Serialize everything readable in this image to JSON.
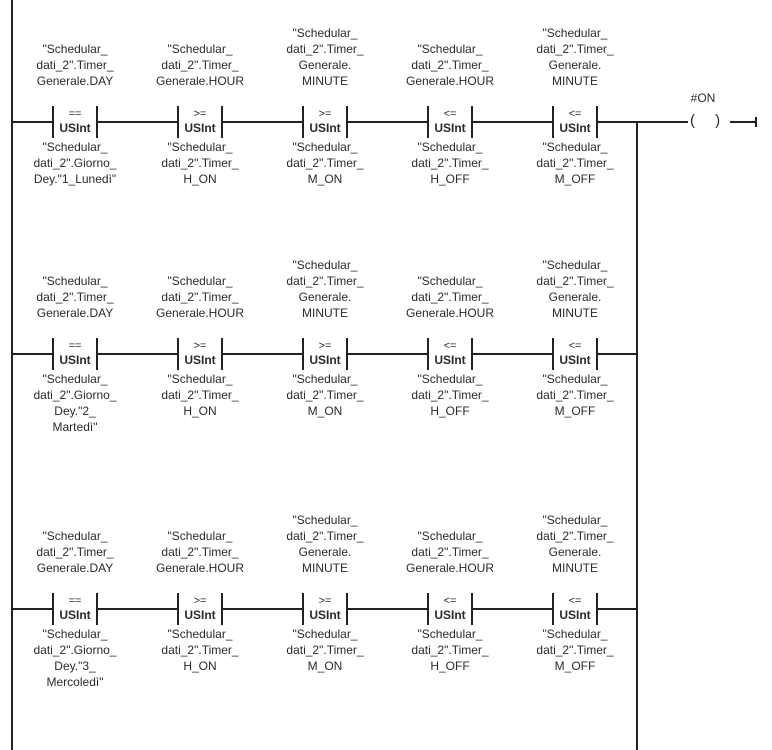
{
  "coil": {
    "name": "#ON",
    "symbol": "( )"
  },
  "rungs": [
    {
      "contacts": [
        {
          "top": [
            "\"Schedular_",
            "dati_2\".Timer_",
            "Generale.DAY"
          ],
          "op": "==",
          "type": "USInt",
          "bottom": [
            "\"Schedular_",
            "dati_2\".Giorno_",
            "Dey.\"1_Lunedì\""
          ]
        },
        {
          "top": [
            "\"Schedular_",
            "dati_2\".Timer_",
            "Generale.HOUR"
          ],
          "op": ">=",
          "type": "USInt",
          "bottom": [
            "\"Schedular_",
            "dati_2\".Timer_",
            "H_ON"
          ]
        },
        {
          "top": [
            "\"Schedular_",
            "dati_2\".Timer_",
            "Generale.",
            "MINUTE"
          ],
          "op": ">=",
          "type": "USInt",
          "bottom": [
            "\"Schedular_",
            "dati_2\".Timer_",
            "M_ON"
          ]
        },
        {
          "top": [
            "\"Schedular_",
            "dati_2\".Timer_",
            "Generale.HOUR"
          ],
          "op": "<=",
          "type": "USInt",
          "bottom": [
            "\"Schedular_",
            "dati_2\".Timer_",
            "H_OFF"
          ]
        },
        {
          "top": [
            "\"Schedular_",
            "dati_2\".Timer_",
            "Generale.",
            "MINUTE"
          ],
          "op": "<=",
          "type": "USInt",
          "bottom": [
            "\"Schedular_",
            "dati_2\".Timer_",
            "M_OFF"
          ]
        }
      ]
    },
    {
      "contacts": [
        {
          "top": [
            "\"Schedular_",
            "dati_2\".Timer_",
            "Generale.DAY"
          ],
          "op": "==",
          "type": "USInt",
          "bottom": [
            "\"Schedular_",
            "dati_2\".Giorno_",
            "Dey.\"2_",
            "Martedì\""
          ]
        },
        {
          "top": [
            "\"Schedular_",
            "dati_2\".Timer_",
            "Generale.HOUR"
          ],
          "op": ">=",
          "type": "USInt",
          "bottom": [
            "\"Schedular_",
            "dati_2\".Timer_",
            "H_ON"
          ]
        },
        {
          "top": [
            "\"Schedular_",
            "dati_2\".Timer_",
            "Generale.",
            "MINUTE"
          ],
          "op": ">=",
          "type": "USInt",
          "bottom": [
            "\"Schedular_",
            "dati_2\".Timer_",
            "M_ON"
          ]
        },
        {
          "top": [
            "\"Schedular_",
            "dati_2\".Timer_",
            "Generale.HOUR"
          ],
          "op": "<=",
          "type": "USInt",
          "bottom": [
            "\"Schedular_",
            "dati_2\".Timer_",
            "H_OFF"
          ]
        },
        {
          "top": [
            "\"Schedular_",
            "dati_2\".Timer_",
            "Generale.",
            "MINUTE"
          ],
          "op": "<=",
          "type": "USInt",
          "bottom": [
            "\"Schedular_",
            "dati_2\".Timer_",
            "M_OFF"
          ]
        }
      ]
    },
    {
      "contacts": [
        {
          "top": [
            "\"Schedular_",
            "dati_2\".Timer_",
            "Generale.DAY"
          ],
          "op": "==",
          "type": "USInt",
          "bottom": [
            "\"Schedular_",
            "dati_2\".Giorno_",
            "Dey.\"3_",
            "Mercoledì\""
          ]
        },
        {
          "top": [
            "\"Schedular_",
            "dati_2\".Timer_",
            "Generale.HOUR"
          ],
          "op": ">=",
          "type": "USInt",
          "bottom": [
            "\"Schedular_",
            "dati_2\".Timer_",
            "H_ON"
          ]
        },
        {
          "top": [
            "\"Schedular_",
            "dati_2\".Timer_",
            "Generale.",
            "MINUTE"
          ],
          "op": ">=",
          "type": "USInt",
          "bottom": [
            "\"Schedular_",
            "dati_2\".Timer_",
            "M_ON"
          ]
        },
        {
          "top": [
            "\"Schedular_",
            "dati_2\".Timer_",
            "Generale.HOUR"
          ],
          "op": "<=",
          "type": "USInt",
          "bottom": [
            "\"Schedular_",
            "dati_2\".Timer_",
            "H_OFF"
          ]
        },
        {
          "top": [
            "\"Schedular_",
            "dati_2\".Timer_",
            "Generale.",
            "MINUTE"
          ],
          "op": "<=",
          "type": "USInt",
          "bottom": [
            "\"Schedular_",
            "dati_2\".Timer_",
            "M_OFF"
          ]
        }
      ]
    }
  ]
}
